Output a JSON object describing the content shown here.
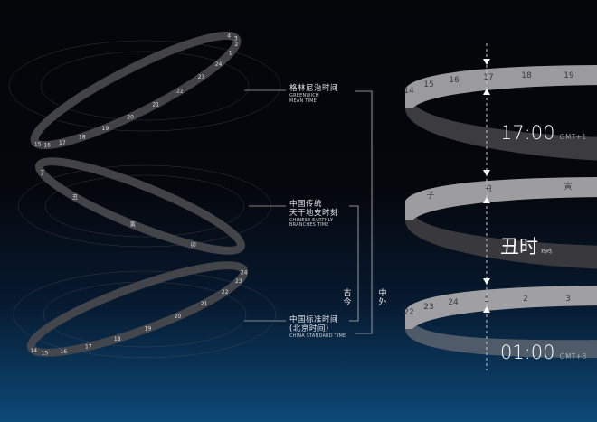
{
  "labels": {
    "gmt": {
      "cn": "格林尼治时间",
      "en1": "GREENWICH",
      "en2": "MEAN TIME"
    },
    "earthly": {
      "cn1": "中国传统",
      "cn2": "天干地支时刻",
      "en1": "CHINESE EARTHLY",
      "en2": "BRANCHES TIME"
    },
    "cst": {
      "cn1": "中国标准时间",
      "cn2": "(北京时间)",
      "en": "CHINA STANDARD TIME"
    },
    "bracket_inner": "古今",
    "bracket_outer": "中外"
  },
  "left_rings": {
    "gmt_numbers": [
      "15",
      "16",
      "17",
      "18",
      "19",
      "20",
      "21",
      "22",
      "23",
      "24",
      "1",
      "2",
      "3",
      "4"
    ],
    "cst_numbers": [
      "14",
      "15",
      "16",
      "17",
      "18",
      "19",
      "20",
      "21",
      "22",
      "23",
      "24"
    ],
    "earthly_marks": [
      "子",
      "丑",
      "寅",
      "卯"
    ]
  },
  "right": {
    "ring1": {
      "numbers": [
        "14",
        "15",
        "16",
        "17",
        "18",
        "19"
      ],
      "time": "17:00",
      "zone": "GMT+1"
    },
    "ring2": {
      "marks": [
        "子",
        "丑",
        "寅"
      ],
      "time": "丑时",
      "sub": "鸡鸣"
    },
    "ring3": {
      "numbers": [
        "22",
        "23",
        "24",
        "1",
        "2",
        "3"
      ],
      "time": "01:00",
      "zone": "GMT+8"
    }
  },
  "colors": {
    "band": "#9a9a9c",
    "band_back": "#3a3a3e",
    "text": "#ffffff"
  }
}
